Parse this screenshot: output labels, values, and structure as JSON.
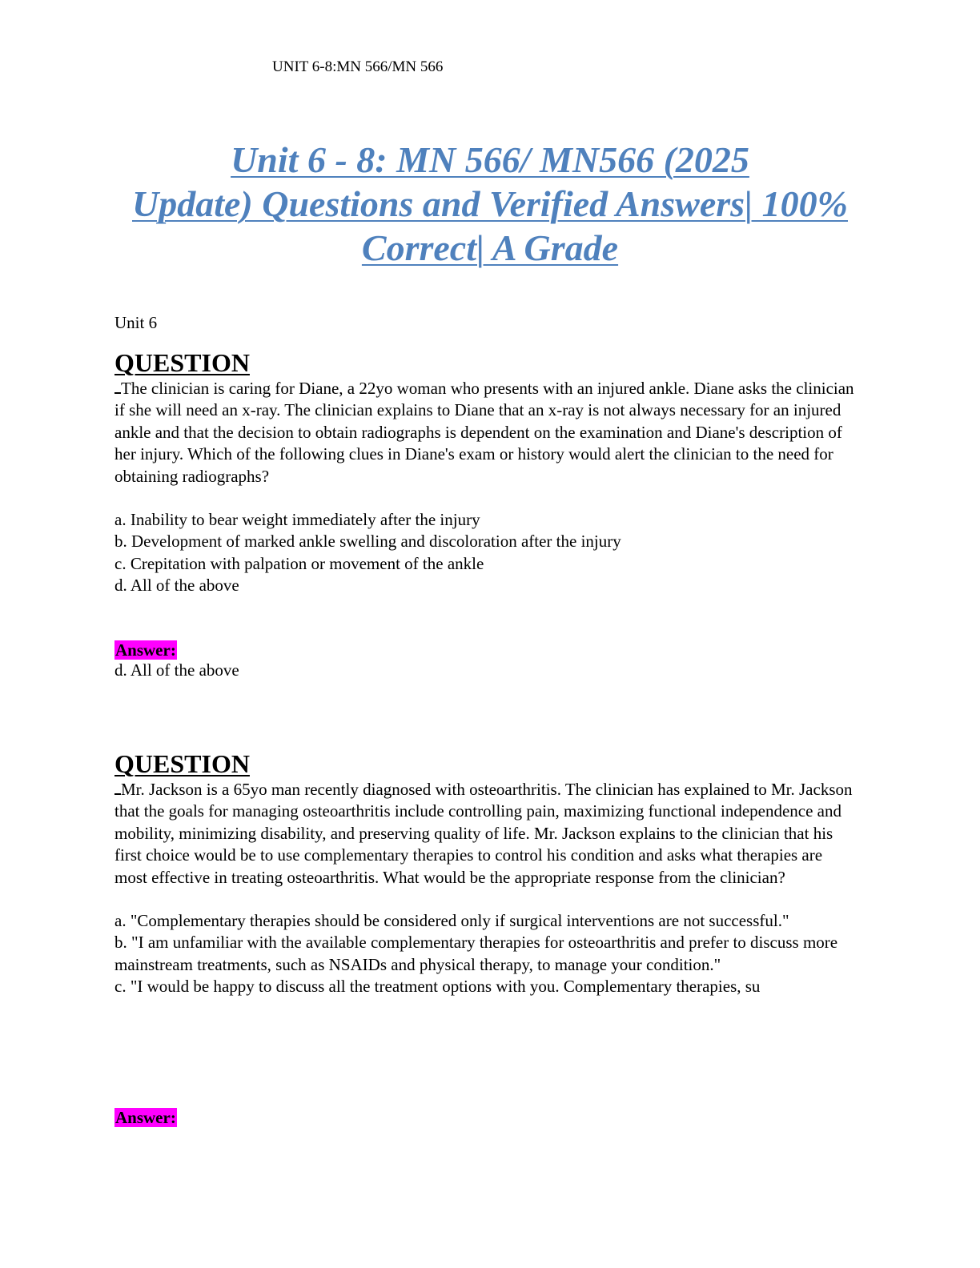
{
  "header": {
    "running_title": "UNIT 6-8:MN 566/MN 566"
  },
  "title": {
    "line1": "Unit 6 - 8: MN 566/ MN566 (2025",
    "line2": "Update) Questions and Verified Answers| 100%",
    "line3": "Correct| A Grade"
  },
  "unit_label": "Unit 6",
  "questions": [
    {
      "heading": "QUESTION",
      "text": "The clinician is caring for Diane, a 22yo woman who presents with an injured ankle. Diane asks the clinician if she will need an x-ray. The clinician explains to Diane that an x-ray is not always necessary for an injured ankle and that the decision to obtain radiographs is dependent on the examination and Diane's description of her injury. Which of the following clues in Diane's exam or history would alert the clinician to the need for obtaining radiographs?",
      "options": [
        "a. Inability to bear weight immediately after the injury",
        "b. Development of marked ankle swelling and discoloration after the injury",
        "c. Crepitation with palpation or movement of the ankle",
        "d. All of the above"
      ],
      "answer_label": "Answer:",
      "answer": "d. All of the above"
    },
    {
      "heading": "QUESTION",
      "text": "Mr. Jackson is a 65yo man recently diagnosed with osteoarthritis. The clinician has explained to Mr. Jackson that the goals for managing osteoarthritis include controlling pain, maximizing functional independence and mobility, minimizing disability, and preserving quality of life. Mr. Jackson explains to the clinician that his first choice would be to use complementary therapies to control his condition and asks what therapies are most effective in treating osteoarthritis. What would be the appropriate response from the clinician?",
      "options": [
        "a. \"Complementary therapies should be considered only if surgical interventions are not successful.\"",
        "b. \"I am unfamiliar with the available complementary therapies for osteoarthritis and prefer to discuss more mainstream treatments, such as NSAIDs and physical therapy, to manage your condition.\"",
        "c. \"I would be happy to discuss all the treatment options with you. Complementary therapies, su"
      ],
      "answer_label": "Answer:"
    }
  ],
  "colors": {
    "title_blue": "#4f81bd",
    "answer_highlight": "#ff00ff"
  }
}
